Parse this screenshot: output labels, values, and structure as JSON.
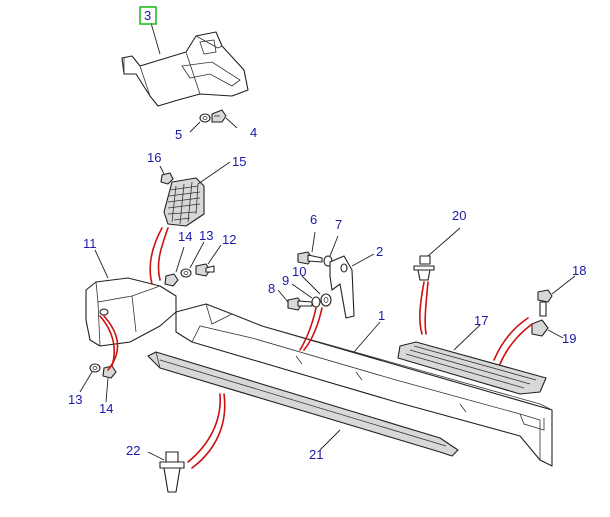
{
  "diagram": {
    "callouts": [
      {
        "id": "c3",
        "text": "3"
      },
      {
        "id": "c4",
        "text": "4"
      },
      {
        "id": "c5",
        "text": "5"
      },
      {
        "id": "c15",
        "text": "15"
      },
      {
        "id": "c16",
        "text": "16"
      },
      {
        "id": "c11",
        "text": "11"
      },
      {
        "id": "c14a",
        "text": "14"
      },
      {
        "id": "c13a",
        "text": "13"
      },
      {
        "id": "c12",
        "text": "12"
      },
      {
        "id": "c6",
        "text": "6"
      },
      {
        "id": "c7",
        "text": "7"
      },
      {
        "id": "c2",
        "text": "2"
      },
      {
        "id": "c10",
        "text": "10"
      },
      {
        "id": "c9",
        "text": "9"
      },
      {
        "id": "c8",
        "text": "8"
      },
      {
        "id": "c1",
        "text": "1"
      },
      {
        "id": "c20",
        "text": "20"
      },
      {
        "id": "c18",
        "text": "18"
      },
      {
        "id": "c17",
        "text": "17"
      },
      {
        "id": "c19",
        "text": "19"
      },
      {
        "id": "c13b",
        "text": "13"
      },
      {
        "id": "c14b",
        "text": "14"
      },
      {
        "id": "c22",
        "text": "22"
      },
      {
        "id": "c21",
        "text": "21"
      }
    ],
    "highlighted_callout": "3",
    "colors": {
      "callout_text": "#1a1aa8",
      "highlight_box": "#22bb22",
      "assembly_lines": "#cc1111",
      "part_outline": "#222222"
    }
  }
}
